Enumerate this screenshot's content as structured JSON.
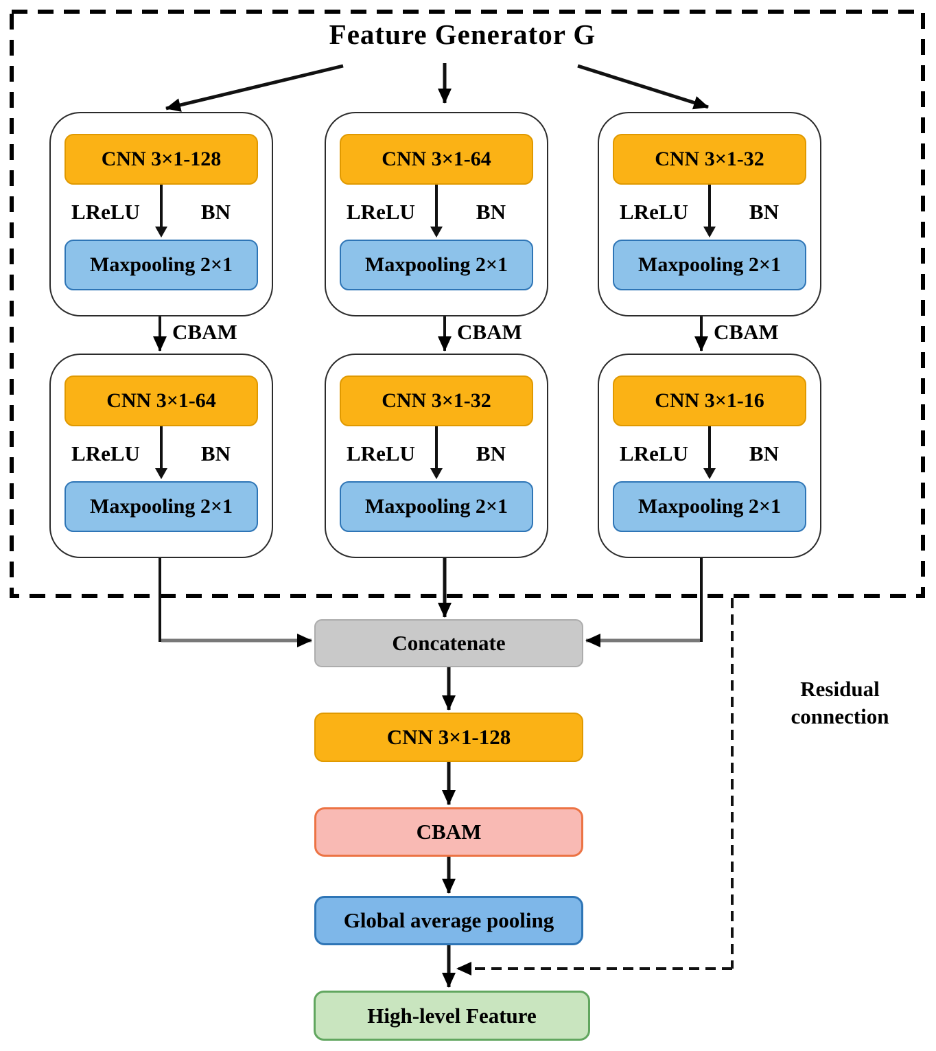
{
  "title": "Feature Generator G",
  "branches": [
    {
      "cbam_label": "CBAM",
      "row1": {
        "cnn": "CNN 3×1-128",
        "activation": "LReLU",
        "batchnorm": "BN",
        "pool": "Maxpooling 2×1"
      },
      "row2": {
        "cnn": "CNN 3×1-64",
        "activation": "LReLU",
        "batchnorm": "BN",
        "pool": "Maxpooling 2×1"
      }
    },
    {
      "cbam_label": "CBAM",
      "row1": {
        "cnn": "CNN 3×1-64",
        "activation": "LReLU",
        "batchnorm": "BN",
        "pool": "Maxpooling 2×1"
      },
      "row2": {
        "cnn": "CNN 3×1-32",
        "activation": "LReLU",
        "batchnorm": "BN",
        "pool": "Maxpooling 2×1"
      }
    },
    {
      "cbam_label": "CBAM",
      "row1": {
        "cnn": "CNN 3×1-32",
        "activation": "LReLU",
        "batchnorm": "BN",
        "pool": "Maxpooling 2×1"
      },
      "row2": {
        "cnn": "CNN 3×1-16",
        "activation": "LReLU",
        "batchnorm": "BN",
        "pool": "Maxpooling 2×1"
      }
    }
  ],
  "stack": {
    "concatenate": "Concatenate",
    "cnn": "CNN 3×1-128",
    "cbam": "CBAM",
    "gap": "Global average pooling",
    "output": "High-level Feature"
  },
  "residual_label": {
    "line1": "Residual",
    "line2": "connection"
  },
  "colors": {
    "cnn_fill": "#FBB215",
    "cnn_border": "#E09900",
    "pool_fill": "#8DC2EA",
    "pool_border": "#2E75B6",
    "concat_fill": "#C9C9C9",
    "concat_border": "#ACACAC",
    "cbam_fill": "#F9BAB4",
    "cbam_border": "#EC7344",
    "gap_fill": "#7EB7E9",
    "gap_border": "#2E75B6",
    "output_fill": "#C9E5BF",
    "output_border": "#61A65F",
    "wire_dark": "#111111",
    "wire_gray": "#787878"
  }
}
